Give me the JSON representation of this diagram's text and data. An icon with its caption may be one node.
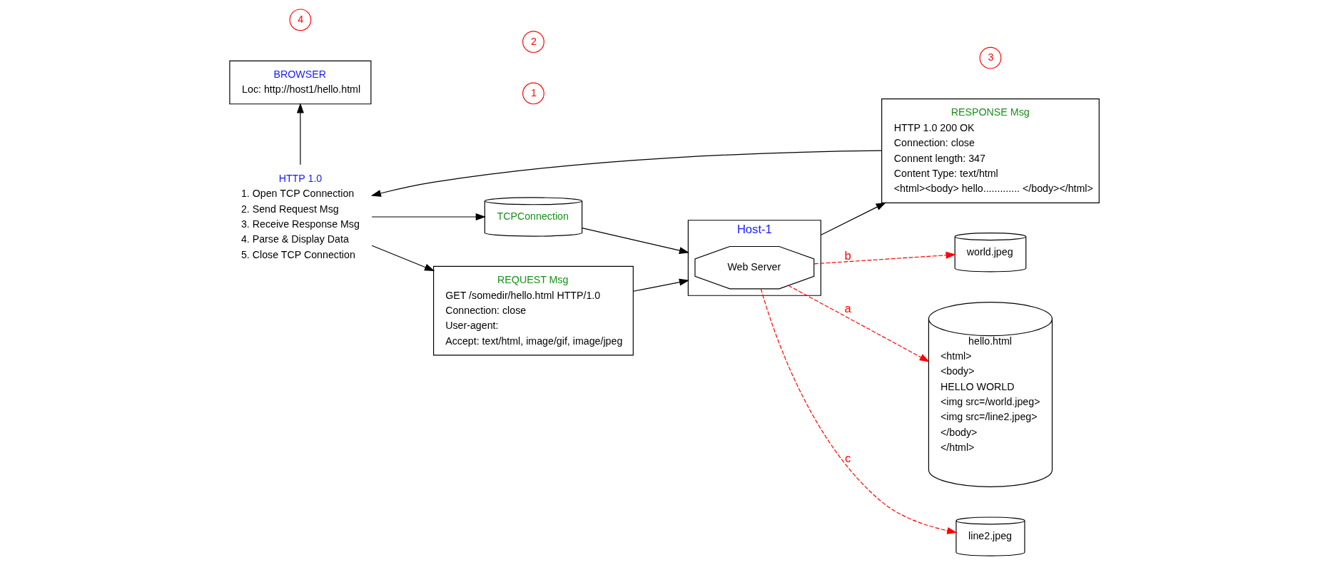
{
  "diagram": {
    "nodes": [
      {
        "text": [
          "BROWSER",
          "Loc: http://host1/hello.html"
        ]
      },
      {
        "text": [
          "HTTP 1.0",
          "1. Open TCP Connection",
          "2. Send Request Msg",
          "3. Receive Response Msg",
          "4. Parse & Display Data",
          "5. Close TCP Connection"
        ]
      },
      {
        "text": [
          "TCPConnection"
        ]
      },
      {
        "text": [
          "REQUEST Msg",
          "GET /somedir/hello.html HTTP/1.0",
          "Connection: close",
          "User-agent:",
          "Accept: text/html, image/gif, image/jpeg"
        ]
      },
      {
        "text": [
          "RESPONSE Msg",
          "HTTP 1.0 200 OK",
          "Connection: close",
          "Connent length: 347",
          "Content Type: text/html",
          "<html><body> hello............. </body></html>"
        ]
      },
      {
        "text": [
          "Host-1"
        ]
      },
      {
        "text": [
          "Web Server"
        ],
        "in": 5
      },
      {
        "text": [
          "world.jpeg"
        ]
      },
      {
        "text": [
          "hello.html",
          "<html>",
          "<body>",
          "HELLO WORLD",
          "<img src=/world.jpeg>",
          "<img src=/line2.jpeg>",
          "</body>",
          "</html>"
        ]
      },
      {
        "text": [
          "line2.jpeg"
        ]
      },
      {
        "text": [
          "1"
        ]
      },
      {
        "text": [
          "2"
        ]
      },
      {
        "text": [
          "3"
        ]
      },
      {
        "text": [
          "4"
        ]
      }
    ],
    "edges": [
      {
        "from": 1,
        "to": 2,
        "arrow": "to"
      },
      {
        "from": 1,
        "to": 3,
        "arrow": "to"
      },
      {
        "from": 2,
        "to": 5,
        "arrow": "to"
      },
      {
        "from": 3,
        "to": 5,
        "arrow": "to"
      },
      {
        "from": 5,
        "to": 4,
        "arrow": "to"
      },
      {
        "from": 4,
        "to": 1,
        "arrow": "to"
      },
      {
        "from": 1,
        "to": 0,
        "arrow": "to"
      },
      {
        "from": 6,
        "to": 8,
        "arrow": "to",
        "label": "a",
        "style": "dashed",
        "color": "#ff0000"
      },
      {
        "from": 6,
        "to": 7,
        "arrow": "to",
        "label": "b",
        "style": "dashed",
        "color": "#ff0000"
      },
      {
        "from": 6,
        "to": 9,
        "arrow": "to",
        "label": "c",
        "style": "dashed",
        "color": "#ff0000"
      }
    ]
  }
}
